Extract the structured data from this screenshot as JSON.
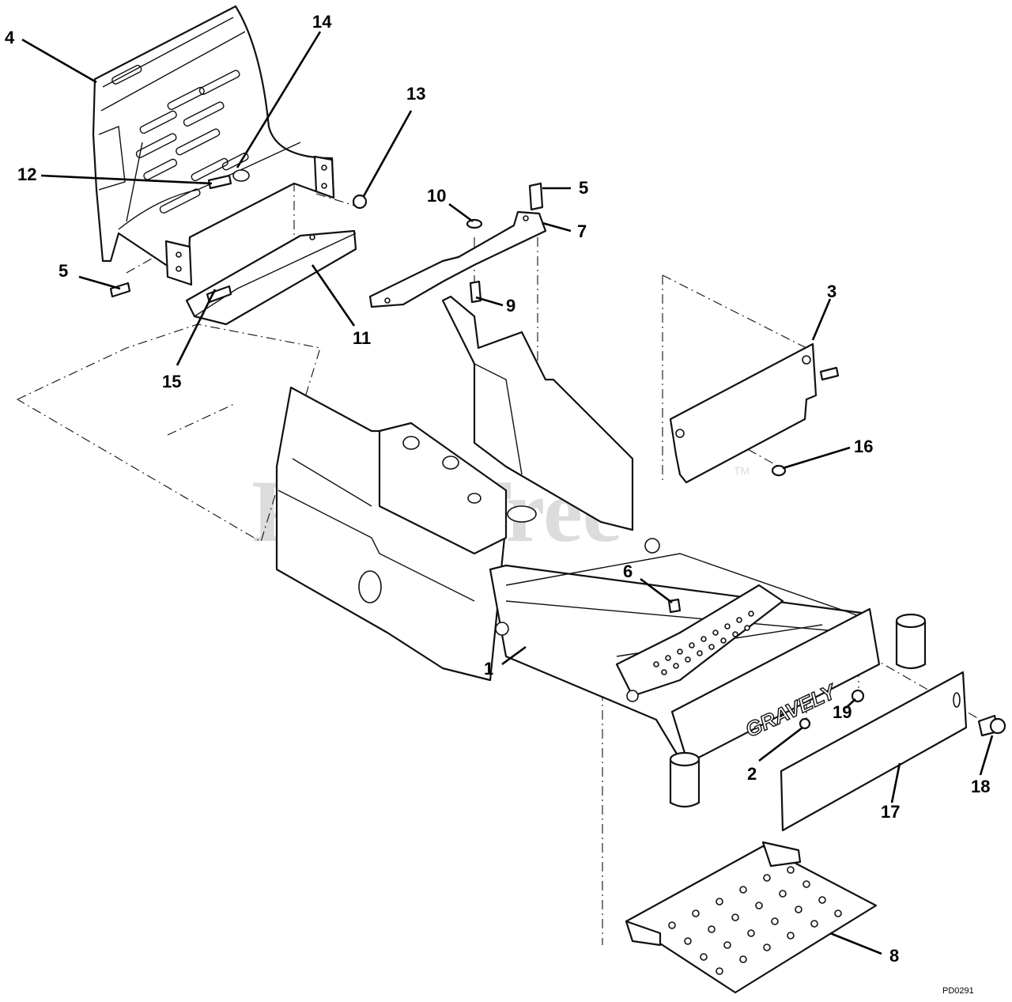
{
  "watermark": "PartsTree",
  "watermark_tm": "TM",
  "drawing_code": "PD0291",
  "brand_text": "GRAVELY",
  "callouts": [
    {
      "id": "c4",
      "label": "4"
    },
    {
      "id": "c14",
      "label": "14"
    },
    {
      "id": "c13",
      "label": "13"
    },
    {
      "id": "c12",
      "label": "12"
    },
    {
      "id": "c10",
      "label": "10"
    },
    {
      "id": "c5a",
      "label": "5"
    },
    {
      "id": "c7",
      "label": "7"
    },
    {
      "id": "c5b",
      "label": "5"
    },
    {
      "id": "c9",
      "label": "9"
    },
    {
      "id": "c11",
      "label": "11"
    },
    {
      "id": "c15",
      "label": "15"
    },
    {
      "id": "c3",
      "label": "3"
    },
    {
      "id": "c16",
      "label": "16"
    },
    {
      "id": "c6",
      "label": "6"
    },
    {
      "id": "c1",
      "label": "1"
    },
    {
      "id": "c19",
      "label": "19"
    },
    {
      "id": "c2",
      "label": "2"
    },
    {
      "id": "c18",
      "label": "18"
    },
    {
      "id": "c17",
      "label": "17"
    },
    {
      "id": "c8",
      "label": "8"
    }
  ]
}
